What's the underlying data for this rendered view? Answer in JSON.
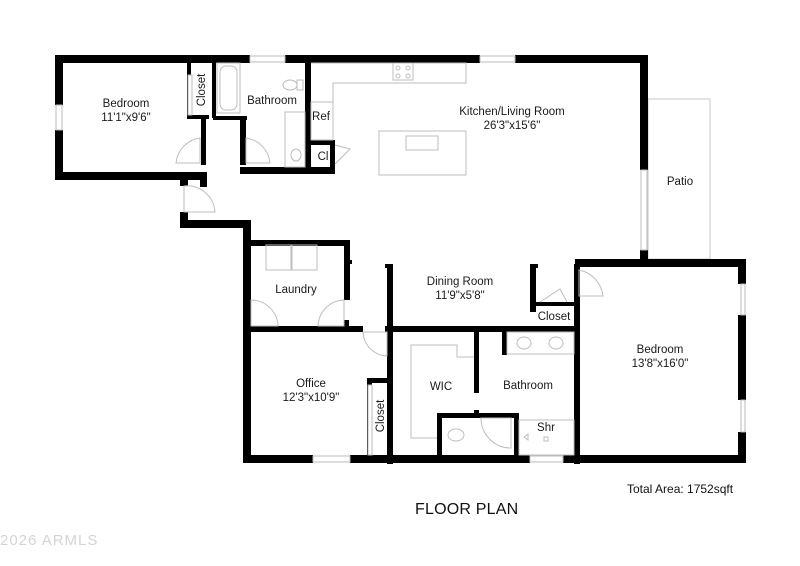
{
  "title": "FLOOR PLAN",
  "total_area": "Total Area: 1752sqft",
  "copyright": "2026 ARMLS",
  "rooms": {
    "bedroom1": {
      "name": "Bedroom",
      "dim": "11'1\"x9'6\""
    },
    "closet1": {
      "name": "Closet"
    },
    "bathroom1": {
      "name": "Bathroom"
    },
    "ref": {
      "name": "Ref"
    },
    "cl": {
      "name": "Cl"
    },
    "kitchen": {
      "name": "Kitchen/Living Room",
      "dim": "26'3\"x15'6\""
    },
    "patio": {
      "name": "Patio"
    },
    "laundry": {
      "name": "Laundry"
    },
    "dining": {
      "name": "Dining Room",
      "dim": "11'9\"x5'8\""
    },
    "closet2": {
      "name": "Closet"
    },
    "bedroom2": {
      "name": "Bedroom",
      "dim": "13'8\"x16'0\""
    },
    "office": {
      "name": "Office",
      "dim": "12'3\"x10'9\""
    },
    "closet3": {
      "name": "Closet"
    },
    "wic": {
      "name": "WIC"
    },
    "bathroom2": {
      "name": "Bathroom"
    },
    "shower": {
      "name": "Shr"
    }
  },
  "colors": {
    "wall": "#000000",
    "fixture": "#bdbdbd",
    "background": "#ffffff",
    "watermark": "#d4d4d4"
  }
}
